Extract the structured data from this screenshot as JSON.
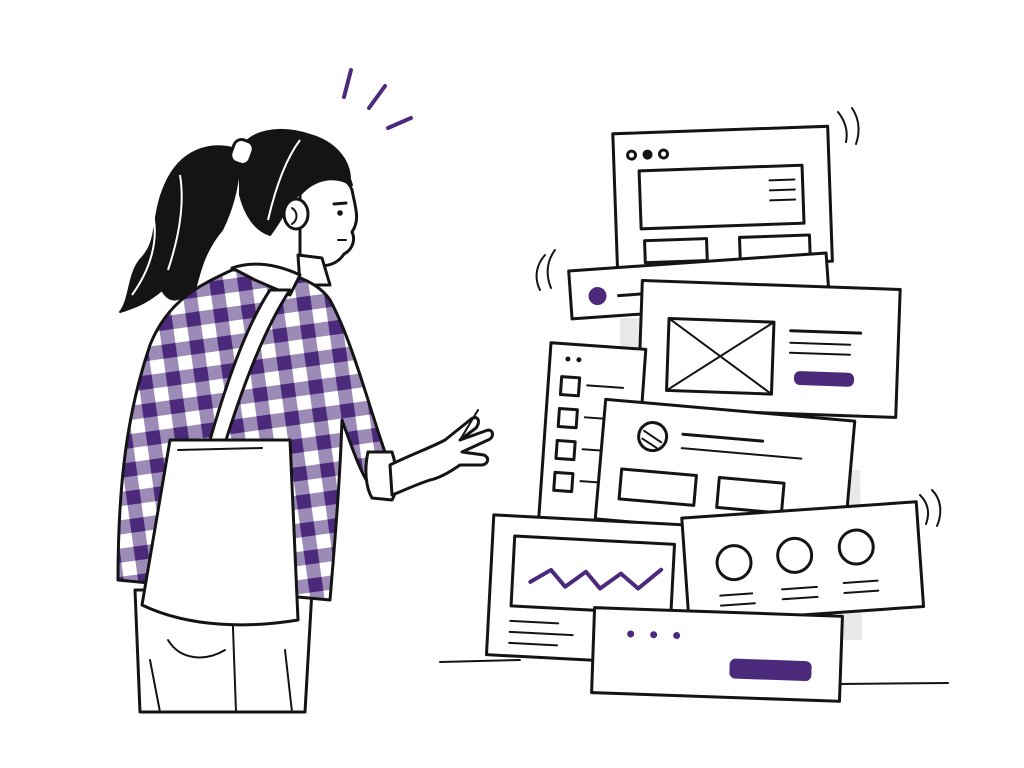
{
  "colors": {
    "accent": "#4b2a7c",
    "ink": "#141414",
    "paper": "#ffffff"
  },
  "icons": [
    "surprise-marks",
    "window-dots",
    "image-placeholder",
    "line-chart",
    "avatar-circle",
    "checkbox"
  ]
}
